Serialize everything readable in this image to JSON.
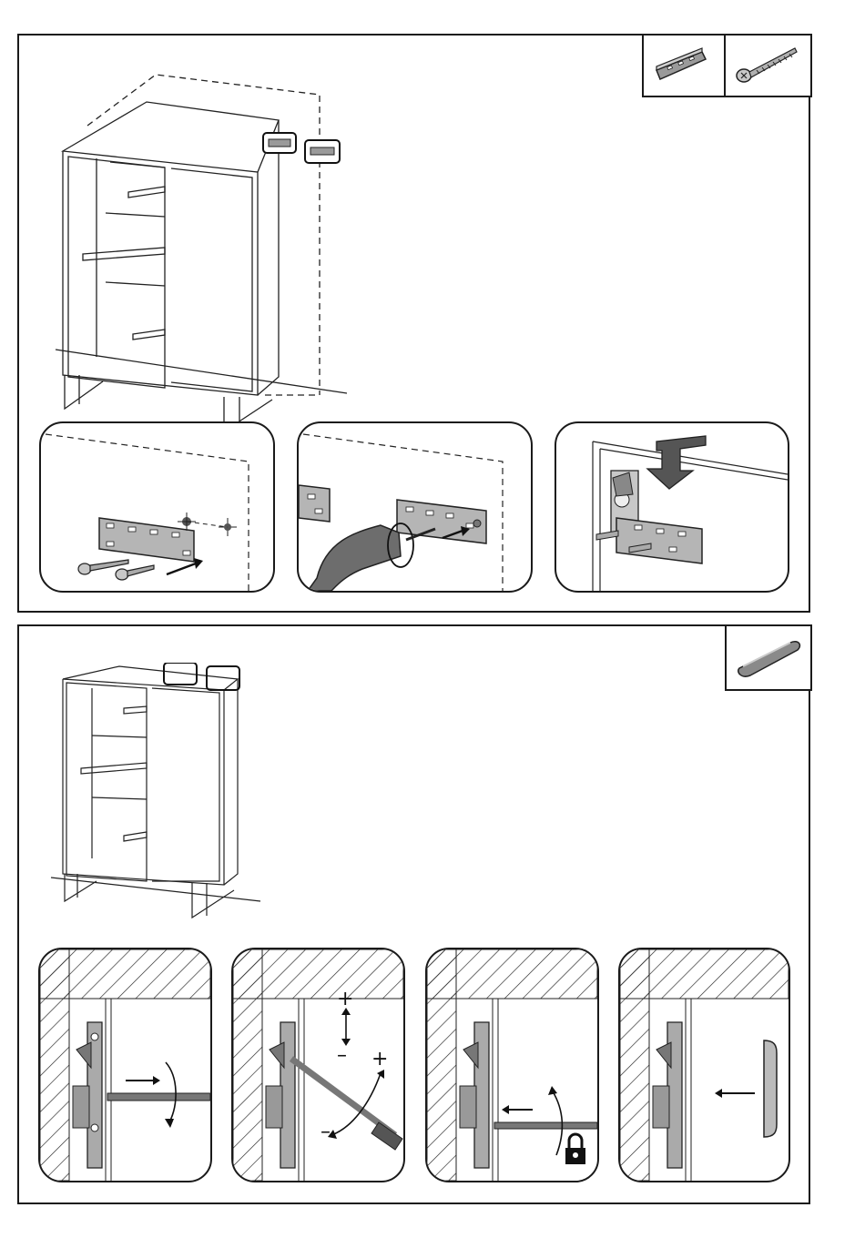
{
  "steps": [
    {
      "parts": [
        "mounting-rail",
        "screw"
      ],
      "details": [
        "mark-and-screw-rail",
        "drill-rail-to-wall",
        "hang-cabinet-on-rail"
      ]
    },
    {
      "parts": [
        "cover-cap"
      ],
      "details": [
        "adjust-depth",
        "adjust-height",
        "lock-bracket",
        "attach-cover-cap"
      ],
      "symbols": {
        "plus": "+",
        "minus": "–"
      }
    }
  ]
}
